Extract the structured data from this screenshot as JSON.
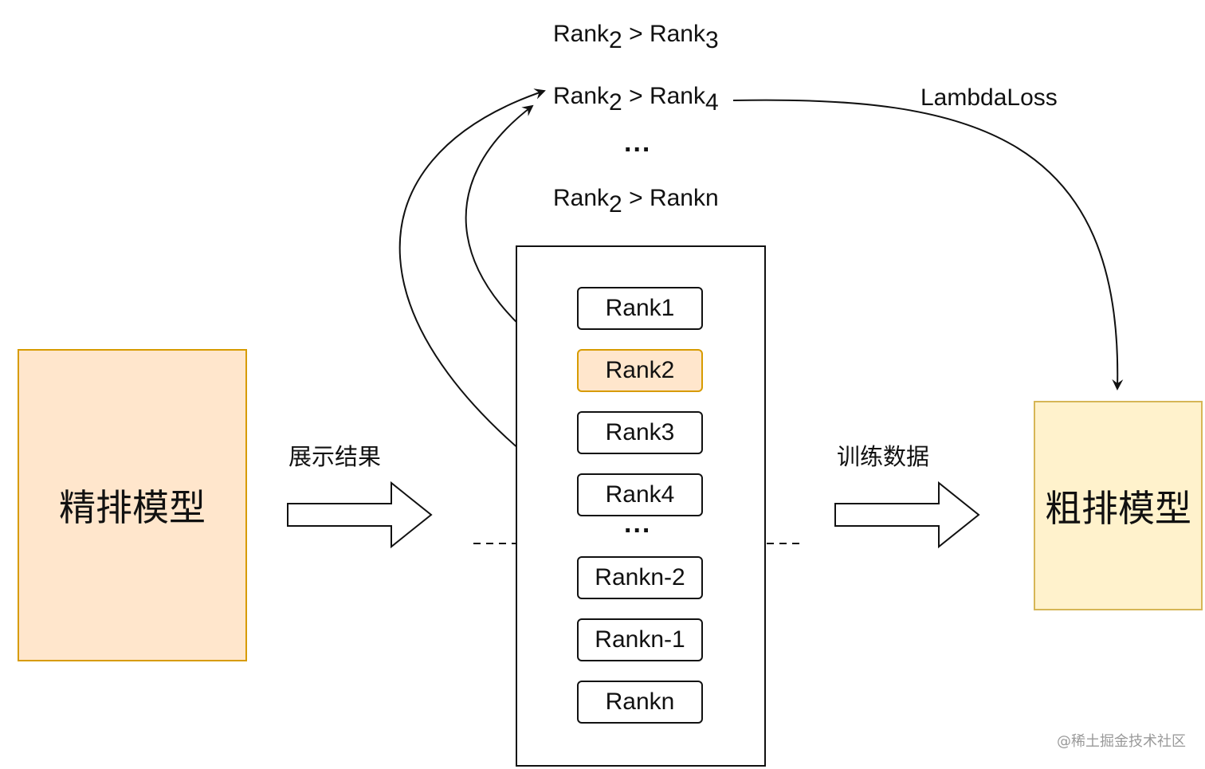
{
  "models": {
    "fine": "精排模型",
    "coarse": "粗排模型"
  },
  "arrows": {
    "show_results": "展示结果",
    "training_data": "训练数据"
  },
  "loss_label": "LambdaLoss",
  "pairs": [
    {
      "a": "Rank",
      "a_sub": "2",
      "op": ">",
      "b": "Rank",
      "b_sub": "3"
    },
    {
      "a": "Rank",
      "a_sub": "2",
      "op": ">",
      "b": "Rank",
      "b_sub": "4"
    },
    {
      "a": "Rank",
      "a_sub": "2",
      "op": ">",
      "b": "Rankn",
      "b_sub": ""
    }
  ],
  "pairs_ellipsis": "...",
  "ranks": [
    {
      "label": "Rank",
      "sub": "1"
    },
    {
      "label": "Rank",
      "sub": "2"
    },
    {
      "label": "Rank",
      "sub": "3"
    },
    {
      "label": "Rank",
      "sub": "4"
    },
    {
      "label": "Rank",
      "sub": "n-2"
    },
    {
      "label": "Rank",
      "sub": "n-1"
    },
    {
      "label": "Rank",
      "sub": "n"
    }
  ],
  "ranks_ellipsis": "...",
  "watermark": "@稀土掘金技术社区",
  "colors": {
    "fine_fill": "#ffe6cc",
    "fine_border": "#d79b00",
    "coarse_fill": "#fff2cc",
    "coarse_border": "#d6b656"
  }
}
